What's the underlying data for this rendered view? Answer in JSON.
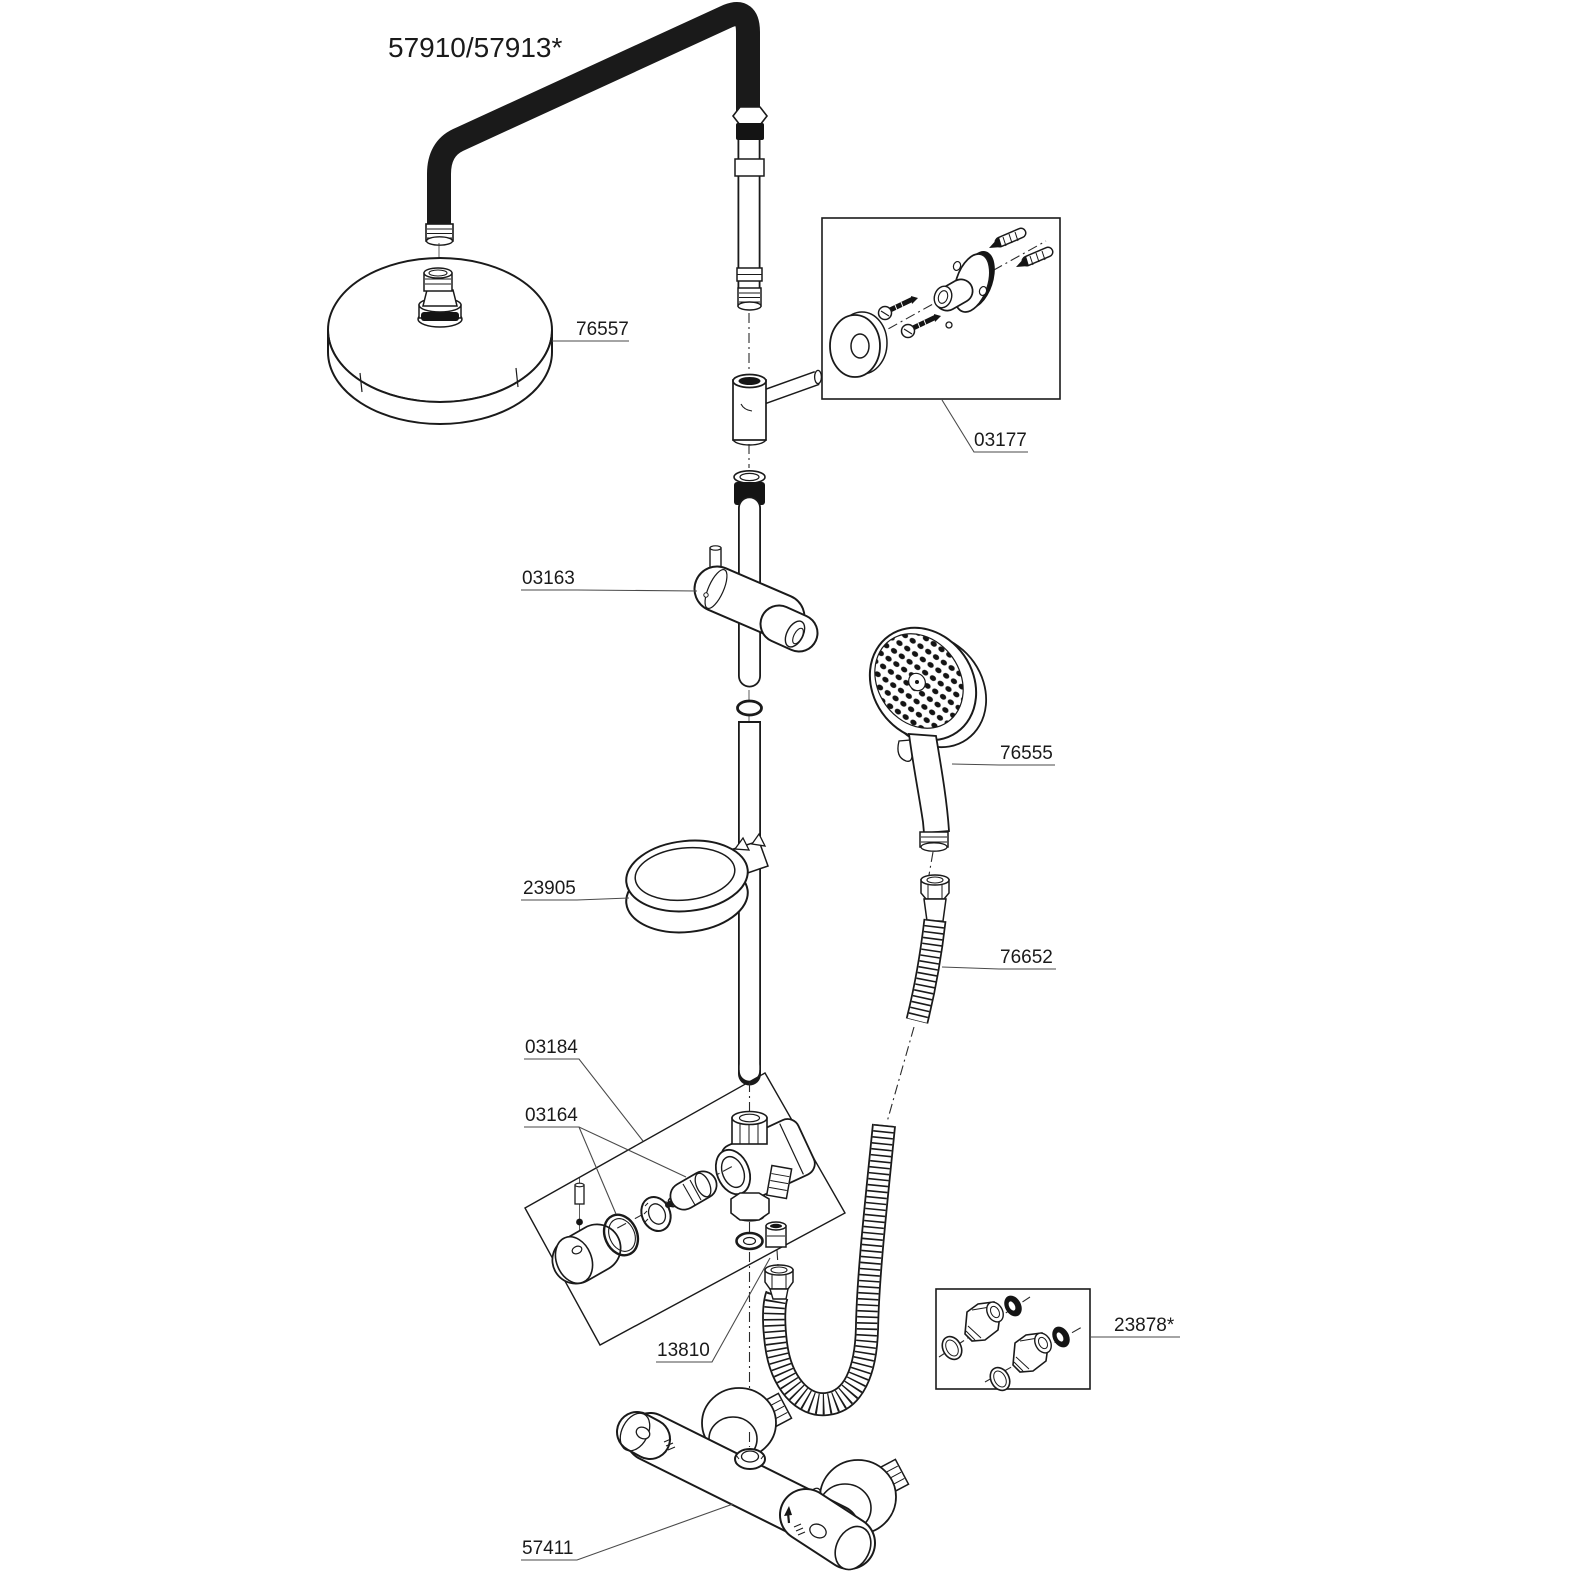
{
  "diagram": {
    "title": "57910/57913*",
    "type": "exploded-parts-diagram",
    "colors": {
      "background": "#ffffff",
      "line": "#1a1a1a"
    }
  },
  "labels": {
    "title": "57910/57913*",
    "head_shower": "76557",
    "wall_bracket": "03177",
    "slide_holder": "03163",
    "hand_shower": "76555",
    "soap_dish": "23905",
    "shower_hose": "76652",
    "diverter_body": "03184",
    "diverter_cartridge": "03164",
    "hose_adapter": "13810",
    "union_fittings": "23878*",
    "thermostat_mixer": "57411"
  }
}
